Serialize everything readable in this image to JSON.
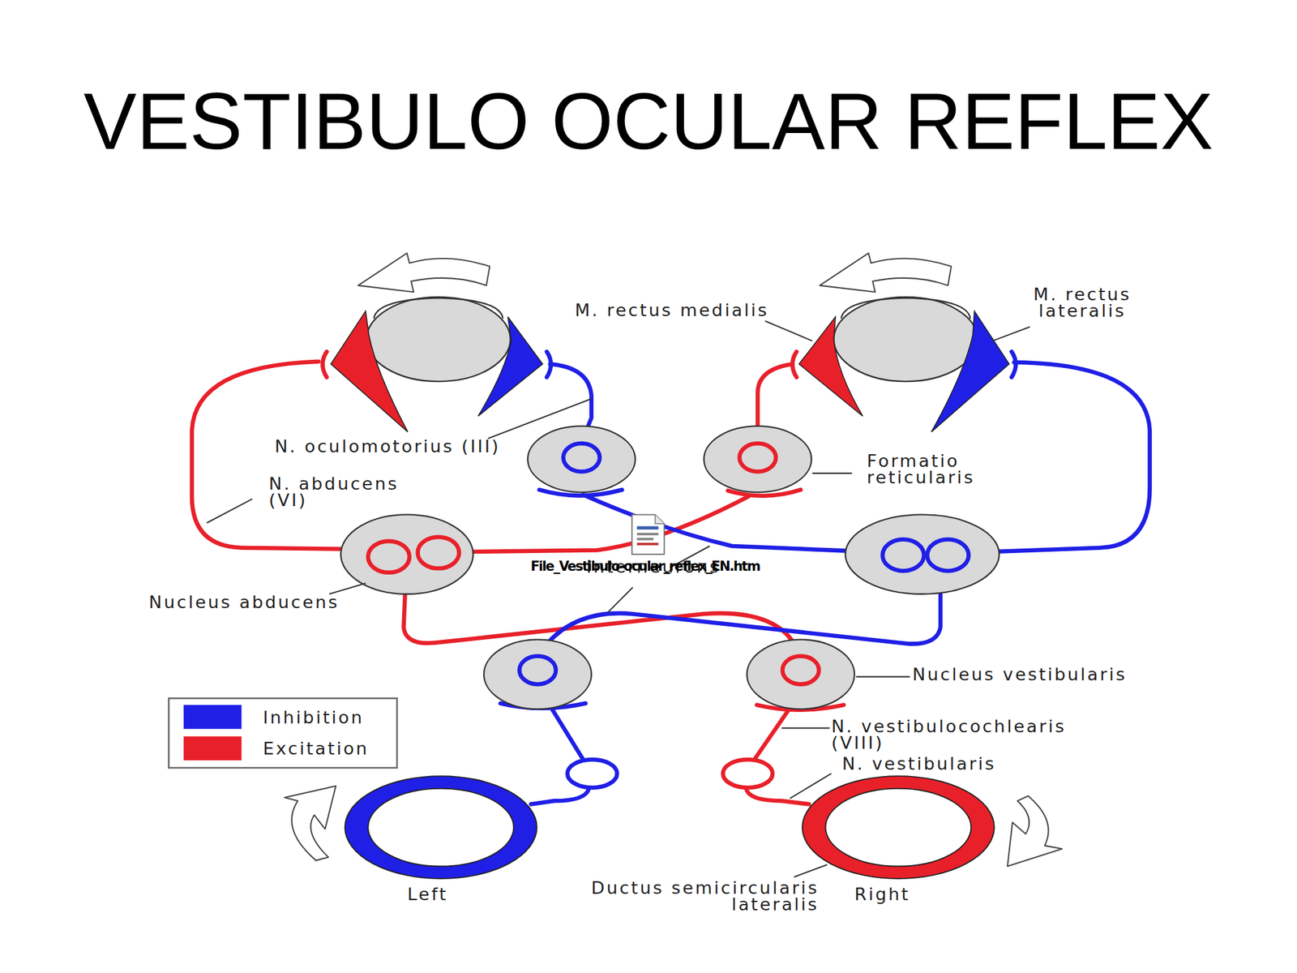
{
  "diagram": {
    "title": "VESTIBULO OCULAR REFLEX",
    "labels": [
      "M. rectus medialis",
      "M. rectus lateralis",
      "N. oculomotorius (III)",
      "Formatio reticularis",
      "N. abducens (VI)",
      "Interneurons",
      "File_Vestibulo-ocular_reflex_EN.htm",
      "Nucleus abducens",
      "Nucleus vestibularis",
      "N. vestibulocochlearis (VIII)",
      "N. vestibularis",
      "Left",
      "Ductus semicircularis lateralis",
      "Right"
    ],
    "legend": [
      {
        "text": "Inhibition",
        "color": "#1f1fe6"
      },
      {
        "text": "Excitation",
        "color": "#e8202a"
      }
    ]
  }
}
